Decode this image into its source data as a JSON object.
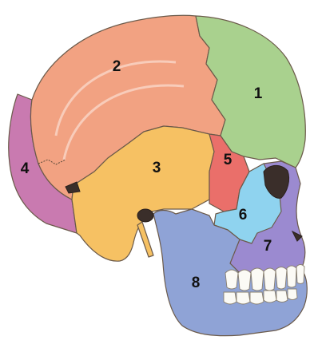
{
  "diagram": {
    "bones": [
      {
        "id": "1",
        "label": "1",
        "color": "#a9d18e"
      },
      {
        "id": "2",
        "label": "2",
        "color": "#f2a282"
      },
      {
        "id": "3",
        "label": "3",
        "color": "#f6c163"
      },
      {
        "id": "4",
        "label": "4",
        "color": "#c97ab0"
      },
      {
        "id": "5",
        "label": "5",
        "color": "#ea6f6a"
      },
      {
        "id": "6",
        "label": "6",
        "color": "#8fd3ef"
      },
      {
        "id": "7",
        "label": "7",
        "color": "#9b8ad0"
      },
      {
        "id": "8",
        "label": "8",
        "color": "#8fa3d6"
      }
    ],
    "outline_color": "#6b5a4a",
    "teeth_color": "#fbfaf5"
  }
}
